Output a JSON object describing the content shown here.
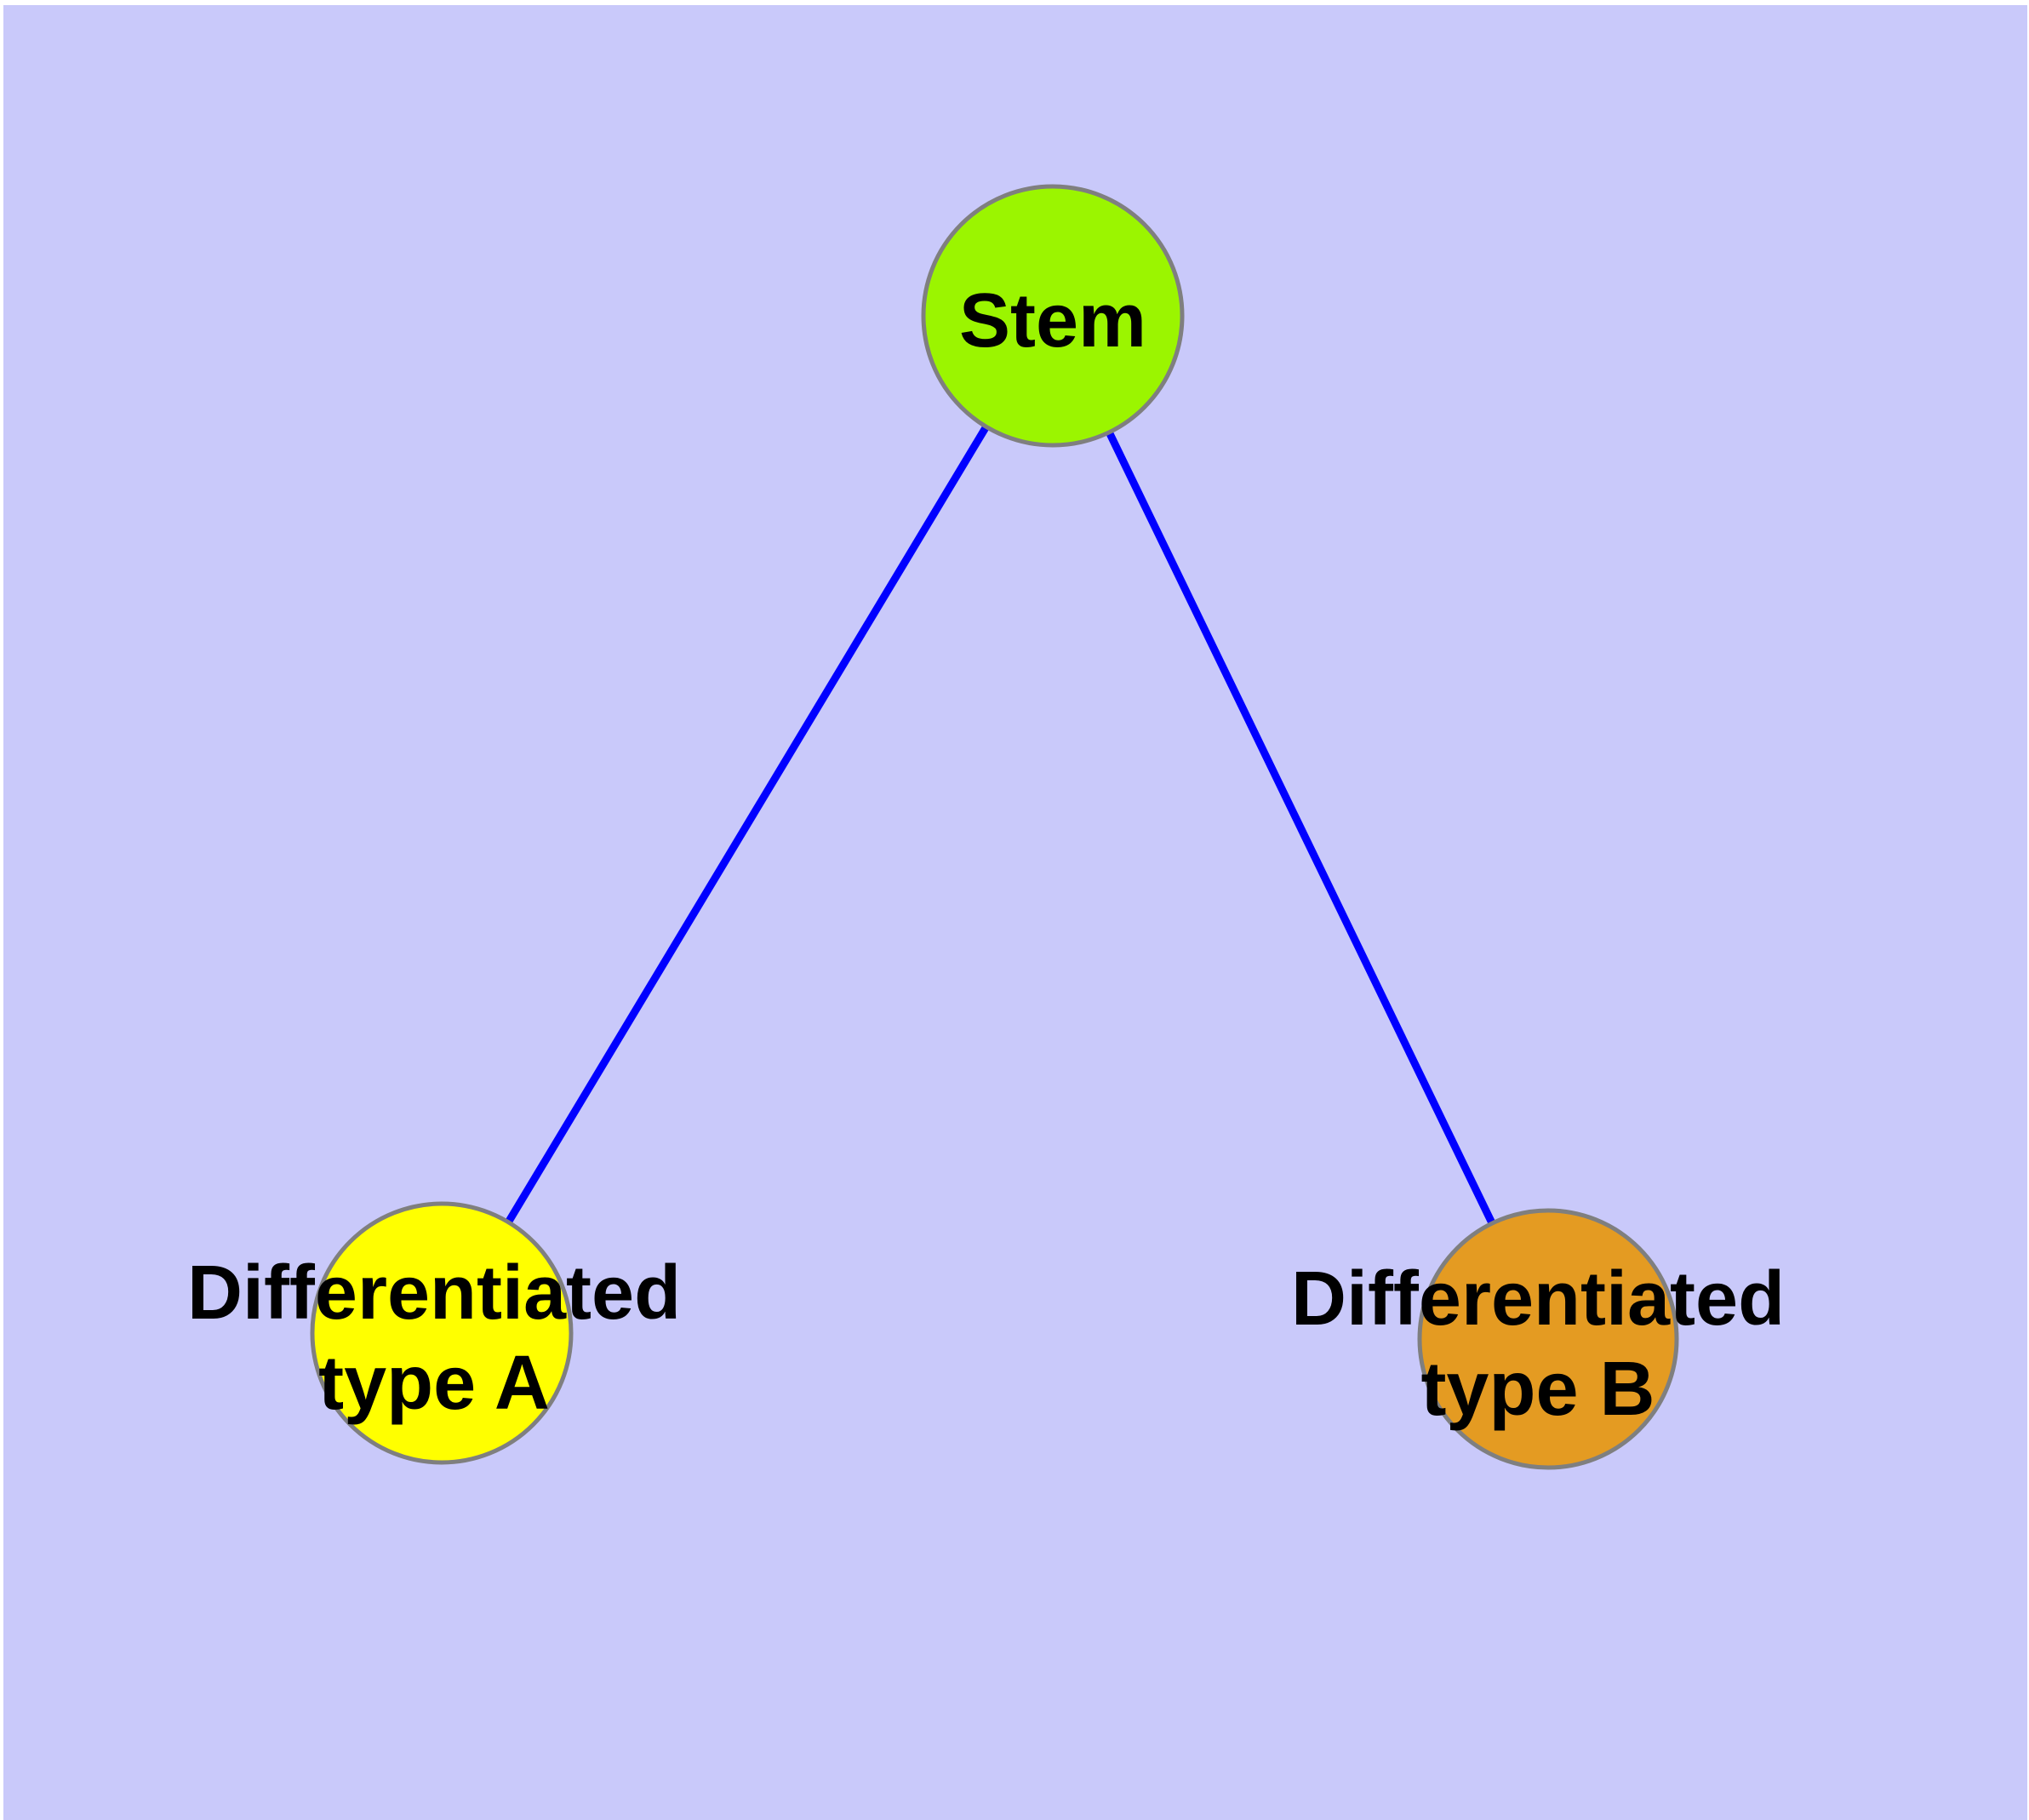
{
  "diagram": {
    "title": "",
    "background_color": "#C9C9FA",
    "margin_color": "#FFFFFF",
    "edge_color": "#0000FF",
    "node_border_color": "#7F7F7F",
    "label_text_color": "#000000",
    "nodes": [
      {
        "id": "stem",
        "label": "Stem",
        "fill": "#9BF500"
      },
      {
        "id": "differentiated-type-a",
        "label_line1": "Differentiated",
        "label_line2": "type A",
        "fill": "#FFFF00"
      },
      {
        "id": "differentiated-type-b",
        "label_line1": "Differentiated",
        "label_line2": "type B",
        "fill": "#E49B22"
      }
    ],
    "edges": [
      {
        "from": "Stem",
        "to": "Differentiated type A"
      },
      {
        "from": "Stem",
        "to": "Differentiated type B"
      }
    ]
  }
}
